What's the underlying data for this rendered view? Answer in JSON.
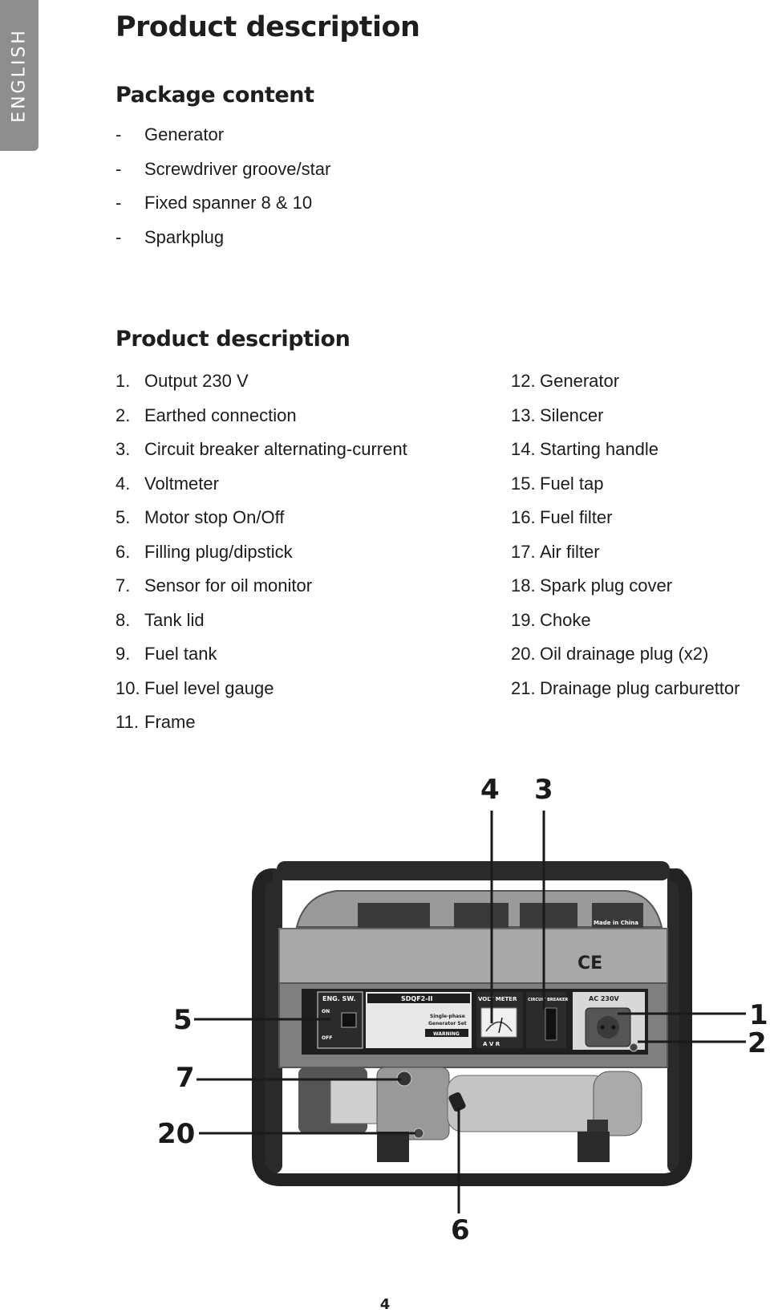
{
  "side_tab": "ENGLISH",
  "page_title": "Product description",
  "package": {
    "heading": "Package content",
    "bullet": "-",
    "items": [
      "Generator",
      "Screwdriver groove/star",
      "Fixed spanner 8 & 10",
      "Sparkplug"
    ]
  },
  "description": {
    "heading": "Product description",
    "left": [
      {
        "num": "1.",
        "text": "Output 230 V"
      },
      {
        "num": "2.",
        "text": "Earthed connection"
      },
      {
        "num": "3.",
        "text": "Circuit breaker alternating-current"
      },
      {
        "num": "4.",
        "text": "Voltmeter"
      },
      {
        "num": "5.",
        "text": "Motor stop On/Off"
      },
      {
        "num": "6.",
        "text": "Filling plug/dipstick"
      },
      {
        "num": "7.",
        "text": "Sensor for oil monitor"
      },
      {
        "num": "8.",
        "text": "Tank lid"
      },
      {
        "num": "9.",
        "text": "Fuel tank"
      },
      {
        "num": "10.",
        "text": "Fuel level gauge"
      },
      {
        "num": "11.",
        "text": "Frame"
      }
    ],
    "right": [
      {
        "num": "12.",
        "text": "Generator"
      },
      {
        "num": "13.",
        "text": "Silencer"
      },
      {
        "num": "14.",
        "text": "Starting handle"
      },
      {
        "num": "15.",
        "text": "Fuel tap"
      },
      {
        "num": "16.",
        "text": "Fuel filter"
      },
      {
        "num": "17.",
        "text": "Air filter"
      },
      {
        "num": "18.",
        "text": "Spark plug cover"
      },
      {
        "num": "19.",
        "text": "Choke"
      },
      {
        "num": "20.",
        "text": "Oil drainage plug (x2)"
      },
      {
        "num": "21.",
        "text": "Drainage plug carburettor"
      }
    ]
  },
  "figure": {
    "callouts": {
      "c4": "4",
      "c3": "3",
      "c5": "5",
      "c7": "7",
      "c20": "20",
      "c1": "1",
      "c2": "2",
      "c6": "6"
    },
    "panel": {
      "eng_sw": "ENG. SW.",
      "on": "ON",
      "off": "OFF",
      "model": "SDQF2-II",
      "single_phase": "Single-phase",
      "generator_set": "Generator Set",
      "warning": "WARNING",
      "volt_meter": "VOLT METER",
      "avr": "A V R",
      "circuit_breaker": "CIRCUIT BREAKER",
      "ac_230v": "AC 230V",
      "ce_mark": "CE",
      "made_in": "Made in China"
    }
  },
  "page_number": "4"
}
